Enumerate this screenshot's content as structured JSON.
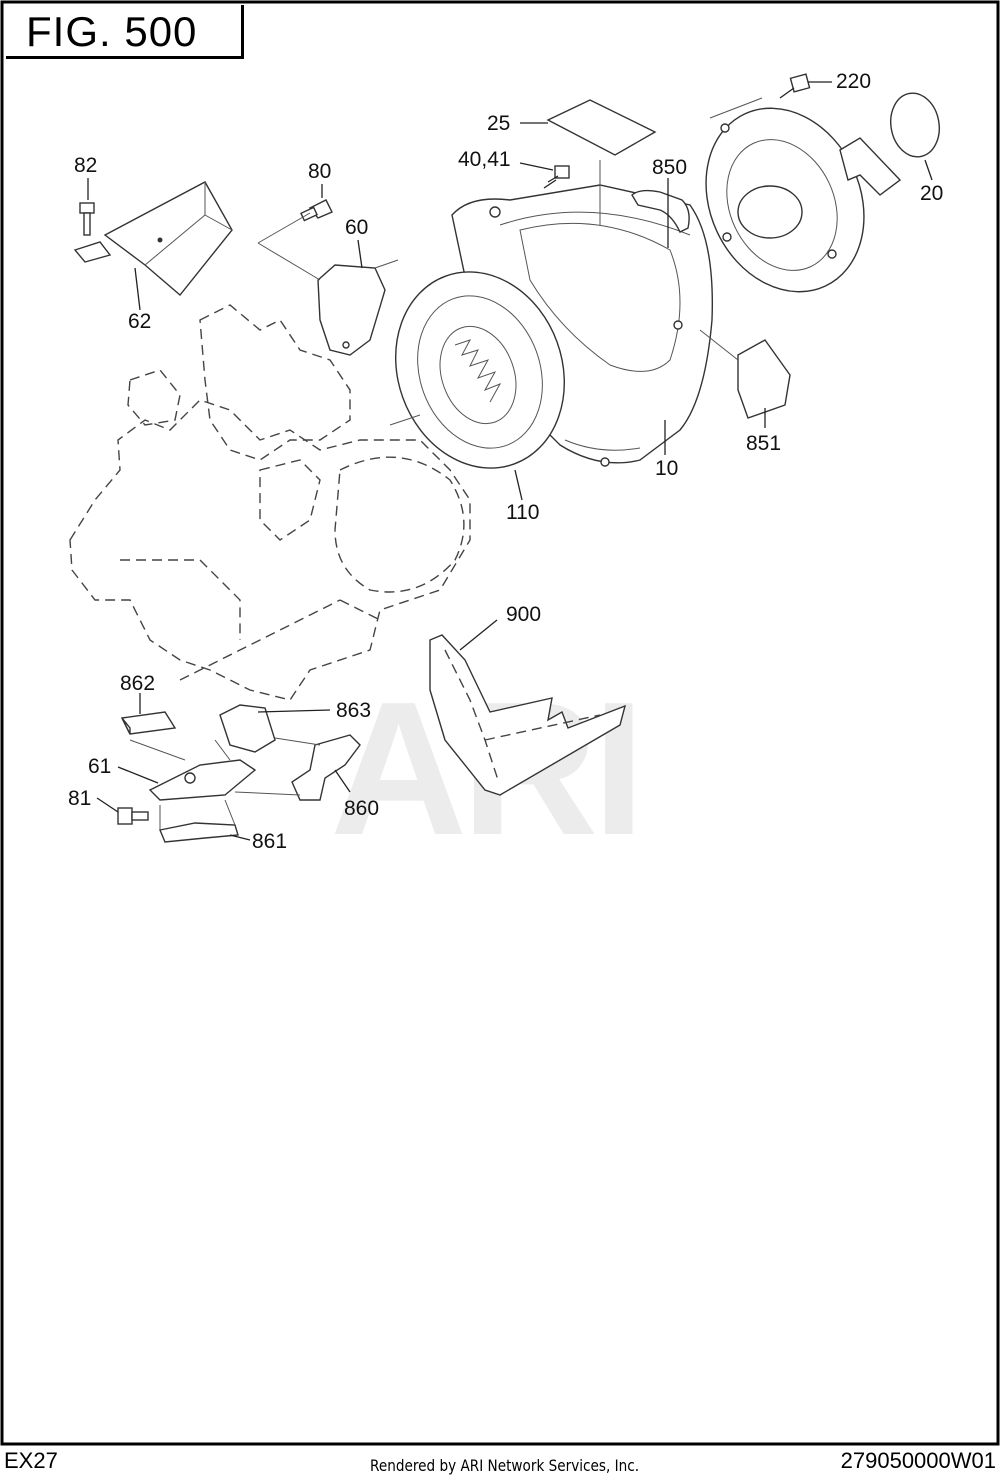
{
  "figure": {
    "title": "FIG. 500"
  },
  "footer": {
    "model": "EX27",
    "rendered_by": "Rendered by ARI Network Services, Inc.",
    "part_code": "279050000W01"
  },
  "watermark": "ARI",
  "callouts": [
    {
      "id": "c82",
      "label": "82"
    },
    {
      "id": "c62",
      "label": "62"
    },
    {
      "id": "c80",
      "label": "80"
    },
    {
      "id": "c60",
      "label": "60"
    },
    {
      "id": "c25",
      "label": "25"
    },
    {
      "id": "c4041",
      "label": "40,41"
    },
    {
      "id": "c850",
      "label": "850"
    },
    {
      "id": "c220",
      "label": "220"
    },
    {
      "id": "c20",
      "label": "20"
    },
    {
      "id": "c851",
      "label": "851"
    },
    {
      "id": "c10",
      "label": "10"
    },
    {
      "id": "c110",
      "label": "110"
    },
    {
      "id": "c900",
      "label": "900"
    },
    {
      "id": "c862",
      "label": "862"
    },
    {
      "id": "c863",
      "label": "863"
    },
    {
      "id": "c61",
      "label": "61"
    },
    {
      "id": "c81",
      "label": "81"
    },
    {
      "id": "c860",
      "label": "860"
    },
    {
      "id": "c861",
      "label": "861"
    }
  ]
}
